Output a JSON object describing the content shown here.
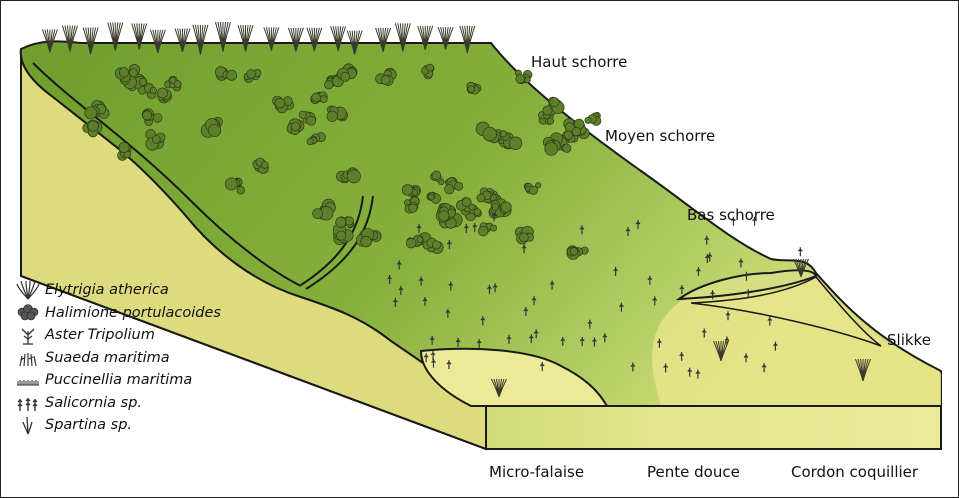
{
  "zone_labels": {
    "haut_schorre": "Haut schorre",
    "moyen_schorre": "Moyen schorre",
    "bas_schorre": "Bas schorre",
    "slikke": "Slikke"
  },
  "bottom_labels": {
    "micro_falaise": "Micro-falaise",
    "pente_douce": "Pente douce",
    "cordon_coquillier": "Cordon coquillier"
  },
  "legend": [
    {
      "icon": "elytrigia-icon",
      "label": "Elytrigia atherica"
    },
    {
      "icon": "halimione-icon",
      "label": "Halimione portulacoides"
    },
    {
      "icon": "aster-icon",
      "label": "Aster Tripolium"
    },
    {
      "icon": "suaeda-icon",
      "label": "Suaeda maritima"
    },
    {
      "icon": "puccinellia-icon",
      "label": "Puccinellia maritima"
    },
    {
      "icon": "salicornia-icon",
      "label": "Salicornia sp."
    },
    {
      "icon": "spartina-icon",
      "label": "Spartina sp."
    }
  ],
  "colors": {
    "marsh_dark": "#78a632",
    "marsh_light": "#a8c45a",
    "sand": "#e8e690",
    "sand_side": "#d9d67a",
    "outline": "#1a1a1a",
    "vegetation": "#3a3a2a"
  }
}
